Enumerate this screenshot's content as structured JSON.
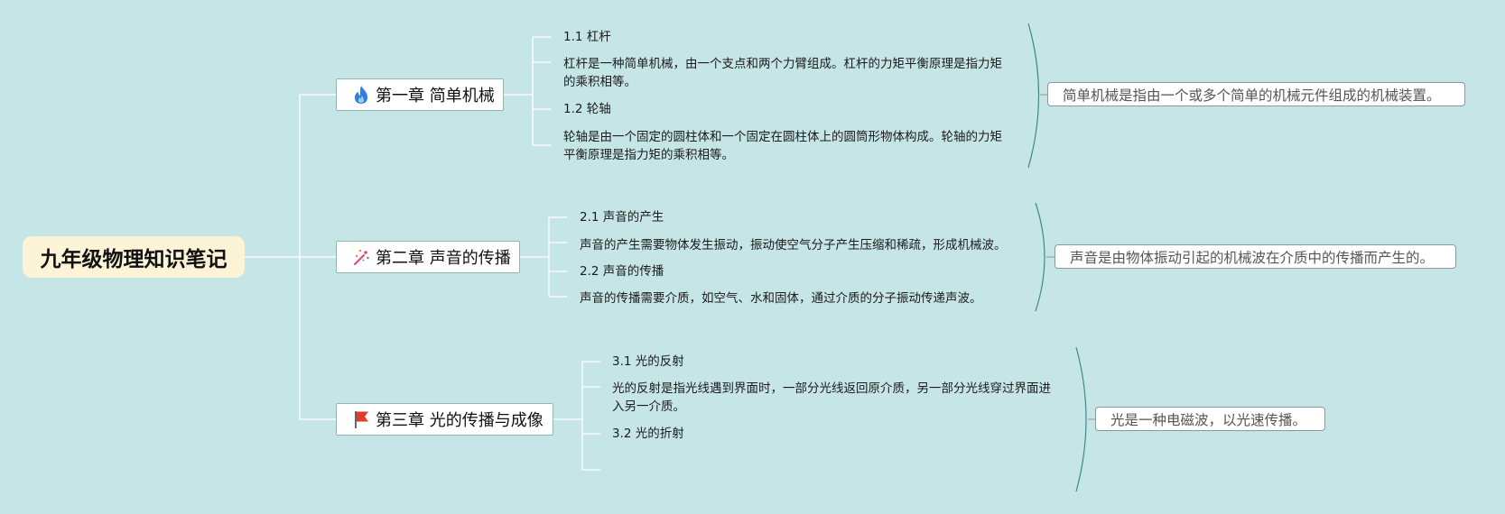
{
  "root": {
    "title": "九年级物理知识笔记"
  },
  "chapters": [
    {
      "title": "第一章 简单机械",
      "icon": "flame-icon",
      "icon_color": "#2f7fdc",
      "items": [
        "1.1 杠杆",
        "杠杆是一种简单机械，由一个支点和两个力臂组成。杠杆的力矩平衡原理是指力矩的乘积相等。",
        "1.2 轮轴",
        "轮轴是由一个固定的圆柱体和一个固定在圆柱体上的圆筒形物体构成。轮轴的力矩平衡原理是指力矩的乘积相等。"
      ],
      "summary": "简单机械是指由一个或多个简单的机械元件组成的机械装置。"
    },
    {
      "title": "第二章 声音的传播",
      "icon": "sparkle-icon",
      "icon_color": "#e04a7a",
      "items": [
        "2.1 声音的产生",
        "声音的产生需要物体发生振动，振动使空气分子产生压缩和稀疏，形成机械波。",
        "2.2 声音的传播",
        "声音的传播需要介质，如空气、水和固体，通过介质的分子振动传递声波。"
      ],
      "summary": "声音是由物体振动引起的机械波在介质中的传播而产生的。"
    },
    {
      "title": "第三章 光的传播与成像",
      "icon": "flag-icon",
      "icon_color": "#e23a2b",
      "items": [
        "3.1 光的反射",
        "光的反射是指光线遇到界面时，一部分光线返回原介质，另一部分光线穿过界面进入另一介质。",
        "3.2 光的折射"
      ],
      "summary": "光是一种电磁波，以光速传播。"
    }
  ]
}
